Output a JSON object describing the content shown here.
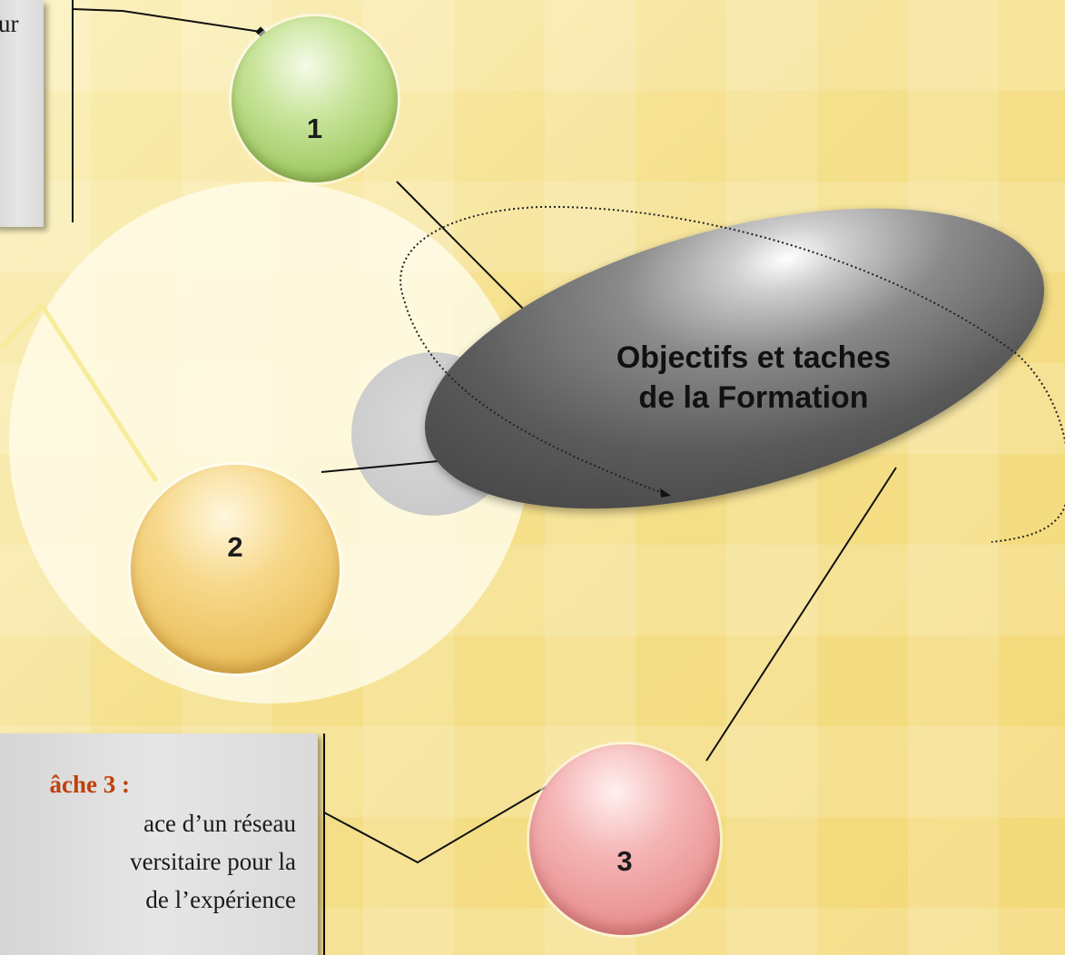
{
  "center": {
    "title_line1": "Objectifs et taches",
    "title_line2": "de la Formation"
  },
  "balls": [
    {
      "number": "1",
      "color": "#a6cd6b"
    },
    {
      "number": "2",
      "color": "#ecc262"
    },
    {
      "number": "3",
      "color": "#ea9494"
    }
  ],
  "box1": {
    "text": "ur"
  },
  "box3": {
    "title": "âche 3 :",
    "line1": "ace d’un réseau",
    "line2": "versitaire pour la",
    "line3": "de l’expérience"
  },
  "colors": {
    "background": "#f7e39a",
    "box": "#dcdcdc",
    "title_accent": "#c0400a",
    "ellipse": "#5a5a5a"
  }
}
